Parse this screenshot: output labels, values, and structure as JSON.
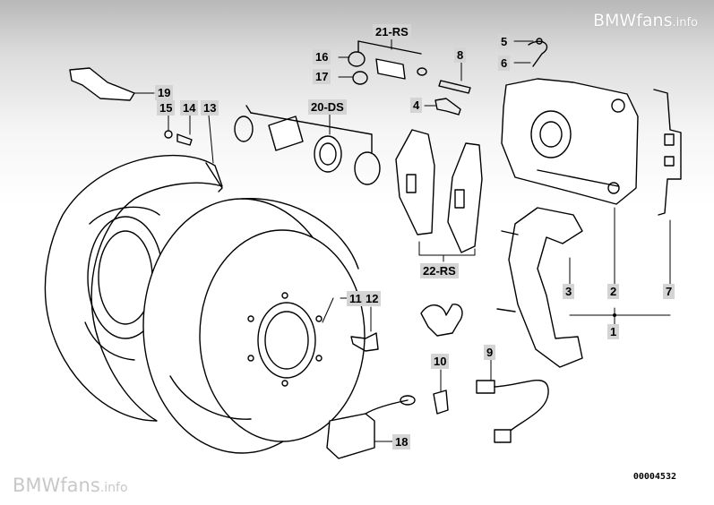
{
  "diagram": {
    "callouts": [
      {
        "id": "c19",
        "label": "19"
      },
      {
        "id": "c15",
        "label": "15"
      },
      {
        "id": "c14",
        "label": "14"
      },
      {
        "id": "c13",
        "label": "13"
      },
      {
        "id": "c21",
        "label": "21-RS"
      },
      {
        "id": "c16",
        "label": "16"
      },
      {
        "id": "c17",
        "label": "17"
      },
      {
        "id": "c8",
        "label": "8"
      },
      {
        "id": "c5",
        "label": "5"
      },
      {
        "id": "c6",
        "label": "6"
      },
      {
        "id": "c20",
        "label": "20-DS"
      },
      {
        "id": "c4",
        "label": "4"
      },
      {
        "id": "c22",
        "label": "22-RS"
      },
      {
        "id": "c3",
        "label": "3"
      },
      {
        "id": "c2",
        "label": "2"
      },
      {
        "id": "c7",
        "label": "7"
      },
      {
        "id": "c1",
        "label": "1"
      },
      {
        "id": "c11",
        "label": "11"
      },
      {
        "id": "c12",
        "label": "12"
      },
      {
        "id": "c10",
        "label": "10"
      },
      {
        "id": "c9",
        "label": "9"
      },
      {
        "id": "c18",
        "label": "18"
      }
    ],
    "reference_code": "00004532"
  },
  "watermark": {
    "brand": "BMWfans",
    "suffix": ".info"
  },
  "colors": {
    "callout_bg": "#d4d4d4",
    "line": "#000000",
    "header_gradient_top": "#b8b8b8"
  }
}
